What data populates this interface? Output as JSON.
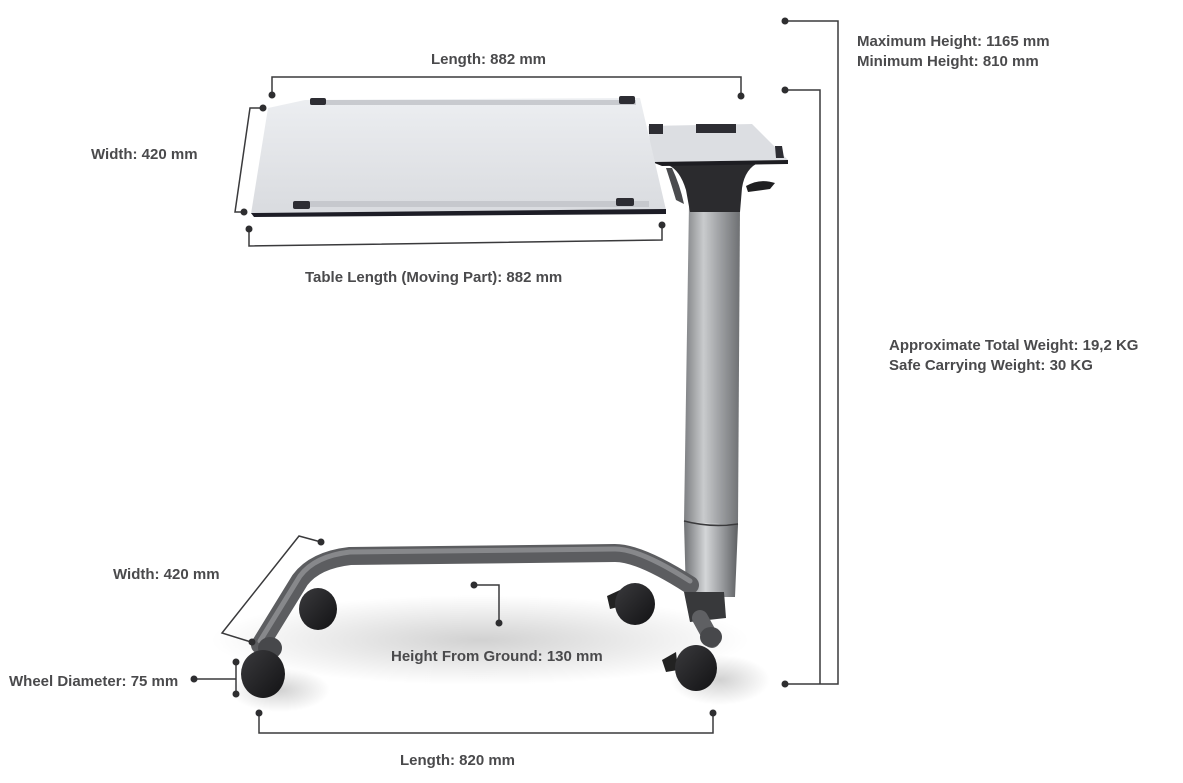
{
  "diagram": {
    "subject": "Overbed table",
    "colors": {
      "annotation": "#3a3a3c",
      "text": "#4a4a4c",
      "tabletop": "#dfe1e5",
      "tabletop_edge": "#1e1e28",
      "column_metal": "#a9abad",
      "base_tube": "#6f7073",
      "wheel": "#1f1f21",
      "housing": "#2a2a2c"
    }
  },
  "labels": {
    "top_length": "Length: 882 mm",
    "top_width": "Width: 420 mm",
    "table_length_moving": "Table Length (Moving Part): 882 mm",
    "max_height": "Maximum Height: 1165 mm",
    "min_height": "Minimum Height: 810 mm",
    "total_weight": "Approximate Total Weight: 19,2 KG",
    "safe_weight": "Safe Carrying Weight: 30 KG",
    "base_width": "Width: 420 mm",
    "wheel_diameter": "Wheel Diameter: 75 mm",
    "height_from_ground": "Height From Ground: 130 mm",
    "base_length": "Length: 820 mm"
  },
  "specs": {
    "tabletop_length_mm": 882,
    "tabletop_width_mm": 420,
    "moving_part_length_mm": 882,
    "max_height_mm": 1165,
    "min_height_mm": 810,
    "total_weight_kg": "19,2",
    "safe_carrying_weight_kg": 30,
    "base_width_mm": 420,
    "wheel_diameter_mm": 75,
    "height_from_ground_mm": 130,
    "base_length_mm": 820
  }
}
